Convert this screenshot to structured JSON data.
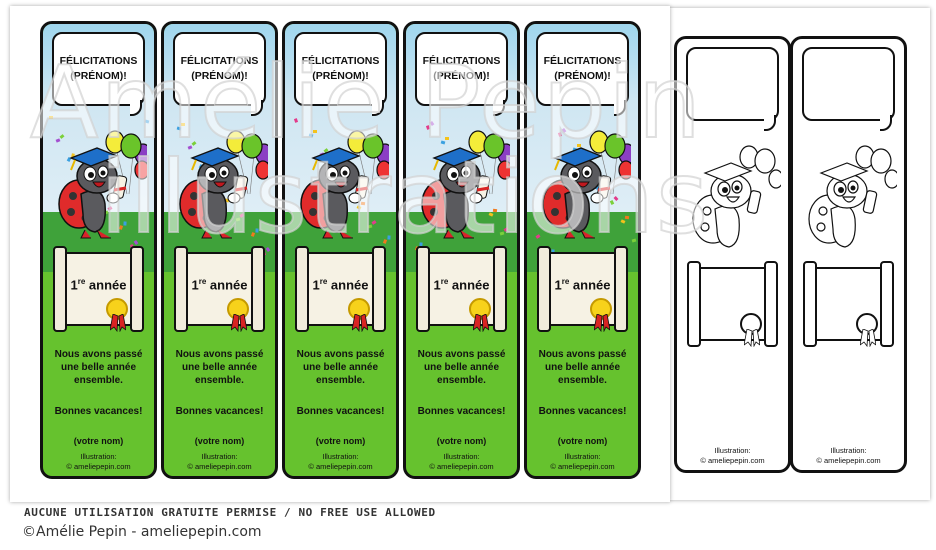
{
  "bookmarks_color": {
    "count": 5,
    "bubble_line1": "FÉLICITATIONS",
    "bubble_line2": "(PRÉNOM)!",
    "grade_number": "1",
    "grade_suffix": "re",
    "grade_word": "année",
    "message_line1": "Nous avons passé",
    "message_line2": "une belle année",
    "message_line3": "ensemble.",
    "message_vacances": "Bonnes vacances!",
    "signature": "(votre nom)",
    "credit_line1": "Illustration:",
    "credit_line2": "© ameliepepin.com",
    "colors": {
      "grass": "#66c22e",
      "sky": "#9fd6ee",
      "ladybug_shell": "#e02b2b",
      "ladybug_body": "#5a5a5e",
      "cap": "#1e6fc9",
      "medal": "#f7d21b",
      "ribbon": "#d92323"
    }
  },
  "bookmarks_bw": {
    "count": 2,
    "credit_line1": "Illustration:",
    "credit_line2": "© ameliepepin.com"
  },
  "watermark": {
    "line1": "Amélie Pepin",
    "line2": "illustrations"
  },
  "footer": {
    "warning": "AUCUNE UTILISATION GRATUITE PERMISE / NO FREE USE ALLOWED",
    "copyright": "©Amélie Pepin - ameliepepin.com"
  }
}
